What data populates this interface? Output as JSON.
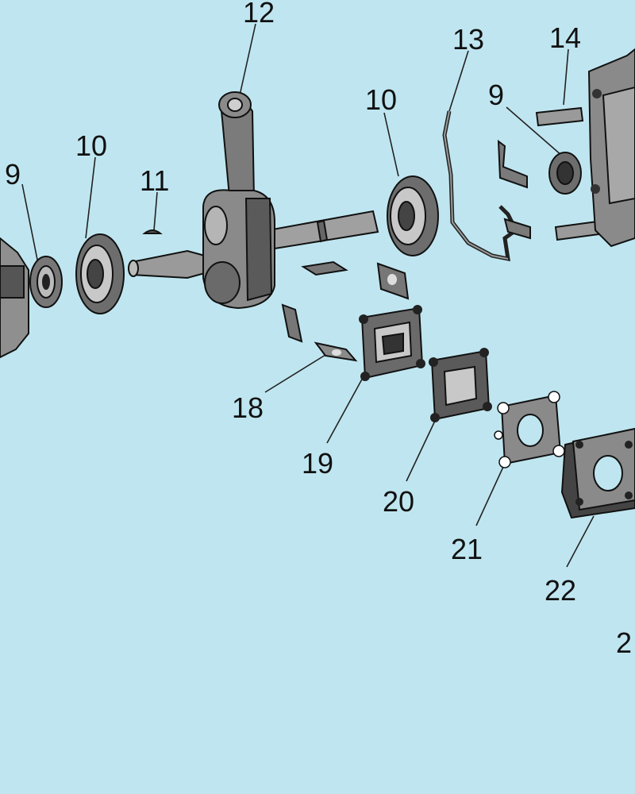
{
  "diagram": {
    "background_color": "#bfe6f0",
    "part_fill": "#8a8a8a",
    "part_dark": "#2a2a2a",
    "labels": {
      "l9a": "9",
      "l10a": "10",
      "l11": "11",
      "l12": "12",
      "l10b": "10",
      "l13": "13",
      "l14": "14",
      "l9b": "9",
      "l18": "18",
      "l19": "19",
      "l20": "20",
      "l21": "21",
      "l22": "22",
      "l2x": "2"
    }
  }
}
